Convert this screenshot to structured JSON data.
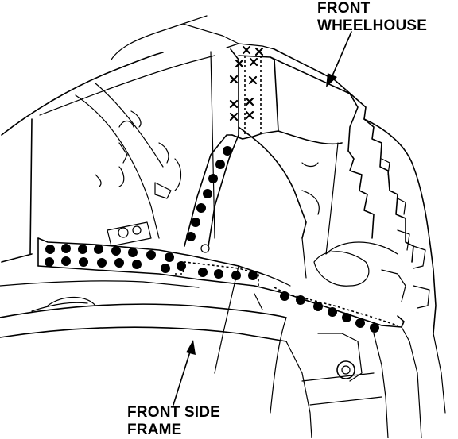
{
  "labels": {
    "front_wheelhouse_line1": "FRONT",
    "front_wheelhouse_line2": "WHEELHOUSE",
    "front_side_frame_line1": "FRONT SIDE",
    "front_side_frame_line2": "FRAME"
  },
  "colors": {
    "ink": "#000000",
    "background": "#ffffff"
  }
}
